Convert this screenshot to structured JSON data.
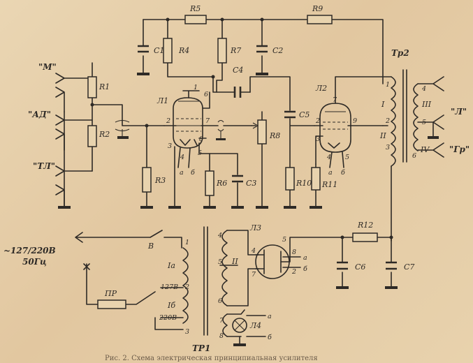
{
  "labels": {
    "r5": "R5",
    "r9": "R9",
    "c1": "C1",
    "r4": "R4",
    "r7": "R7",
    "c2": "C2",
    "tr2": "Тр2",
    "c4": "C4",
    "l1": "Л1",
    "l2": "Л2",
    "in_m": "\"М\"",
    "in_ad": "\"АД\"",
    "in_tl": "\"ТЛ\"",
    "r1": "R1",
    "r2": "R2",
    "c5": "C5",
    "r8": "R8",
    "r3": "R3",
    "r6": "R6",
    "c3": "C3",
    "r10": "R10",
    "r11": "R11",
    "out_l": "\"Л\"",
    "out_gr": "\"Гр\"",
    "r12": "R12",
    "l3": "Л3",
    "c6": "C6",
    "c7": "C7",
    "tr1": "ТР1",
    "l4": "Л4",
    "pr": "ПР",
    "sw_v": "В",
    "mains_voltage": "~127/220В",
    "mains_freq": "50Гц",
    "tap_127": "127В",
    "tap_220": "220В",
    "w_Ia": "Iа",
    "w_Ib": "Iб",
    "w_II": "II",
    "w_I2": "I",
    "w_II2": "II",
    "w_III": "III",
    "w_IV": "IV",
    "heater_a": "а",
    "heater_b": "б",
    "pin_1": "1",
    "pin_2": "2",
    "pin_3": "3",
    "pin_4": "4",
    "pin_5": "5",
    "pin_6": "6",
    "pin_7": "7",
    "pin_8": "8",
    "pin_9": "9"
  },
  "caption": "Рис. 2. Схема электрическая принципиальная усилителя"
}
